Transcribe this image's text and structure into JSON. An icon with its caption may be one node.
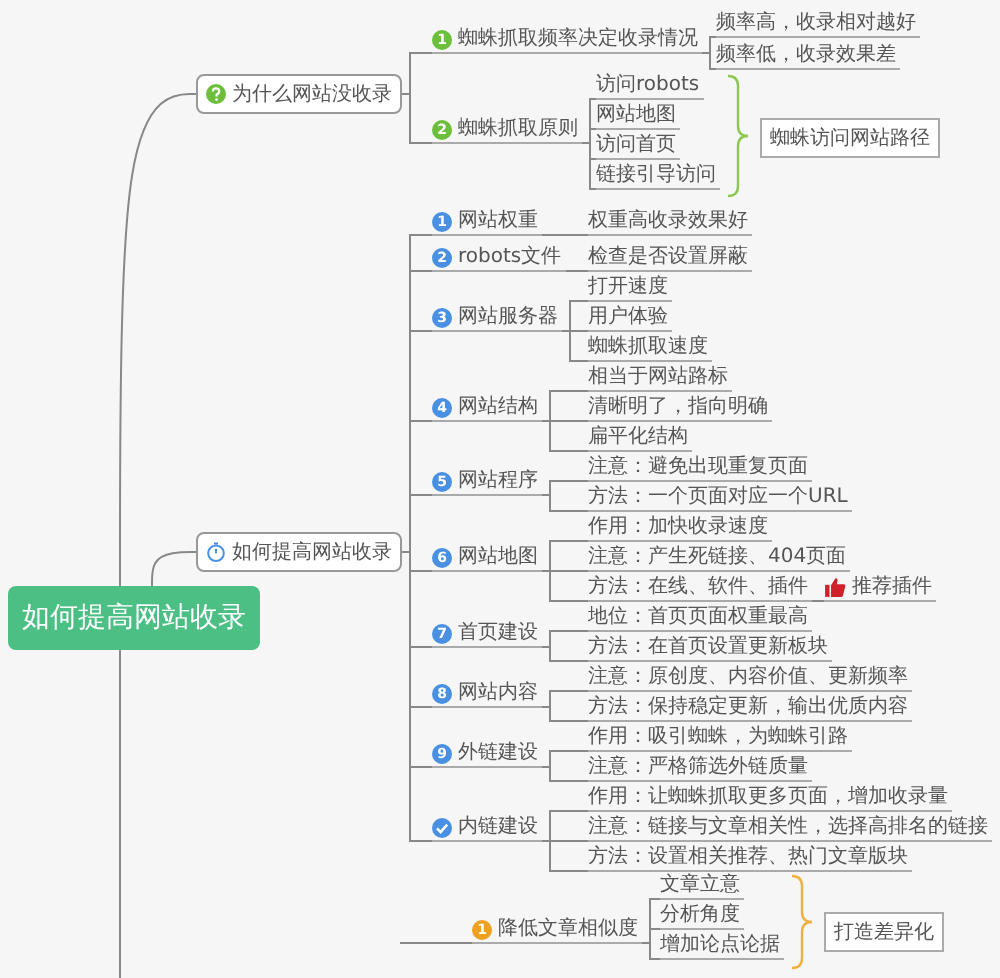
{
  "diagram": {
    "nodes": [
      {
        "text": [
          "如何提高网站收录"
        ]
      },
      {
        "text": [
          "为什么网站没收录"
        ]
      },
      {
        "text": [
          "1",
          "蜘蛛抓取频率决定收录情况"
        ]
      },
      {
        "text": [
          "频率高，收录相对越好"
        ]
      },
      {
        "text": [
          "频率低，收录效果差"
        ]
      },
      {
        "text": [
          "2",
          "蜘蛛抓取原则"
        ]
      },
      {
        "text": [
          "访问robots"
        ]
      },
      {
        "text": [
          "网站地图"
        ]
      },
      {
        "text": [
          "访问首页"
        ]
      },
      {
        "text": [
          "链接引导访问"
        ]
      },
      {
        "text": [
          "蜘蛛访问网站路径"
        ]
      },
      {
        "text": [
          "如何提高网站收录"
        ]
      },
      {
        "text": [
          "1",
          "网站权重"
        ]
      },
      {
        "text": [
          "权重高收录效果好"
        ]
      },
      {
        "text": [
          "2",
          "robots文件"
        ]
      },
      {
        "text": [
          "检查是否设置屏蔽"
        ]
      },
      {
        "text": [
          "3",
          "网站服务器"
        ]
      },
      {
        "text": [
          "打开速度"
        ]
      },
      {
        "text": [
          "用户体验"
        ]
      },
      {
        "text": [
          "蜘蛛抓取速度"
        ]
      },
      {
        "text": [
          "4",
          "网站结构"
        ]
      },
      {
        "text": [
          "相当于网站路标"
        ]
      },
      {
        "text": [
          "清晰明了，指向明确"
        ]
      },
      {
        "text": [
          "扁平化结构"
        ]
      },
      {
        "text": [
          "5",
          "网站程序"
        ]
      },
      {
        "text": [
          "注意：避免出现重复页面"
        ]
      },
      {
        "text": [
          "方法：一个页面对应一个URL"
        ]
      },
      {
        "text": [
          "6",
          "网站地图"
        ]
      },
      {
        "text": [
          "作用：加快收录速度"
        ]
      },
      {
        "text": [
          "注意：产生死链接、404页面"
        ]
      },
      {
        "text": [
          "方法：在线、软件、插件"
        ]
      },
      {
        "text": [
          "推荐插件"
        ]
      },
      {
        "text": [
          "7",
          "首页建设"
        ]
      },
      {
        "text": [
          "地位：首页页面权重最高"
        ]
      },
      {
        "text": [
          "方法：在首页设置更新板块"
        ]
      },
      {
        "text": [
          "8",
          "网站内容"
        ]
      },
      {
        "text": [
          "注意：原创度、内容价值、更新频率"
        ]
      },
      {
        "text": [
          "方法：保持稳定更新，输出优质内容"
        ]
      },
      {
        "text": [
          "9",
          "外链建设"
        ]
      },
      {
        "text": [
          "作用：吸引蜘蛛，为蜘蛛引路"
        ]
      },
      {
        "text": [
          "注意：严格筛选外链质量"
        ]
      },
      {
        "text": [
          "内链建设"
        ]
      },
      {
        "text": [
          "作用：让蜘蛛抓取更多页面，增加收录量"
        ]
      },
      {
        "text": [
          "注意：链接与文章相关性，选择高排名的链接"
        ]
      },
      {
        "text": [
          "方法：设置相关推荐、热门文章版块"
        ]
      },
      {
        "text": [
          "1",
          "降低文章相似度"
        ]
      },
      {
        "text": [
          "文章立意"
        ]
      },
      {
        "text": [
          "分析角度"
        ]
      },
      {
        "text": [
          "增加论点论据"
        ]
      },
      {
        "text": [
          "打造差异化"
        ]
      }
    ],
    "edges": [
      {
        "from": 0,
        "to": 1,
        "arrow": "none"
      },
      {
        "from": 0,
        "to": 11,
        "arrow": "none"
      },
      {
        "from": 0,
        "to": null,
        "arrow": "none"
      },
      {
        "from": 1,
        "to": 2,
        "arrow": "none"
      },
      {
        "from": 2,
        "to": 3,
        "arrow": "none"
      },
      {
        "from": 2,
        "to": 4,
        "arrow": "none"
      },
      {
        "from": 1,
        "to": 5,
        "arrow": "none"
      },
      {
        "from": 5,
        "to": 6,
        "arrow": "none"
      },
      {
        "from": 5,
        "to": 7,
        "arrow": "none"
      },
      {
        "from": 5,
        "to": 8,
        "arrow": "none"
      },
      {
        "from": 5,
        "to": 9,
        "arrow": "none"
      },
      {
        "from": 11,
        "to": 12,
        "arrow": "none"
      },
      {
        "from": 12,
        "to": 13,
        "arrow": "none"
      },
      {
        "from": 11,
        "to": 14,
        "arrow": "none"
      },
      {
        "from": 14,
        "to": 15,
        "arrow": "none"
      },
      {
        "from": 11,
        "to": 16,
        "arrow": "none"
      },
      {
        "from": 16,
        "to": 17,
        "arrow": "none"
      },
      {
        "from": 16,
        "to": 18,
        "arrow": "none"
      },
      {
        "from": 16,
        "to": 19,
        "arrow": "none"
      },
      {
        "from": 11,
        "to": 20,
        "arrow": "none"
      },
      {
        "from": 20,
        "to": 21,
        "arrow": "none"
      },
      {
        "from": 20,
        "to": 22,
        "arrow": "none"
      },
      {
        "from": 20,
        "to": 23,
        "arrow": "none"
      },
      {
        "from": 11,
        "to": 24,
        "arrow": "none"
      },
      {
        "from": 24,
        "to": 25,
        "arrow": "none"
      },
      {
        "from": 24,
        "to": 26,
        "arrow": "none"
      },
      {
        "from": 11,
        "to": 27,
        "arrow": "none"
      },
      {
        "from": 27,
        "to": 28,
        "arrow": "none"
      },
      {
        "from": 27,
        "to": 29,
        "arrow": "none"
      },
      {
        "from": 27,
        "to": 30,
        "arrow": "none"
      },
      {
        "from": 30,
        "to": 31,
        "arrow": "none"
      },
      {
        "from": 11,
        "to": 32,
        "arrow": "none"
      },
      {
        "from": 32,
        "to": 33,
        "arrow": "none"
      },
      {
        "from": 32,
        "to": 34,
        "arrow": "none"
      },
      {
        "from": 11,
        "to": 35,
        "arrow": "none"
      },
      {
        "from": 35,
        "to": 36,
        "arrow": "none"
      },
      {
        "from": 35,
        "to": 37,
        "arrow": "none"
      },
      {
        "from": 11,
        "to": 38,
        "arrow": "none"
      },
      {
        "from": 38,
        "to": 39,
        "arrow": "none"
      },
      {
        "from": 38,
        "to": 40,
        "arrow": "none"
      },
      {
        "from": 11,
        "to": 41,
        "arrow": "none"
      },
      {
        "from": 41,
        "to": 42,
        "arrow": "none"
      },
      {
        "from": 41,
        "to": 43,
        "arrow": "none"
      },
      {
        "from": 41,
        "to": 44,
        "arrow": "none"
      },
      {
        "from": null,
        "to": 45,
        "arrow": "none"
      },
      {
        "from": 45,
        "to": 46,
        "arrow": "none"
      },
      {
        "from": 45,
        "to": 47,
        "arrow": "none"
      },
      {
        "from": 45,
        "to": 48,
        "arrow": "none"
      }
    ]
  }
}
